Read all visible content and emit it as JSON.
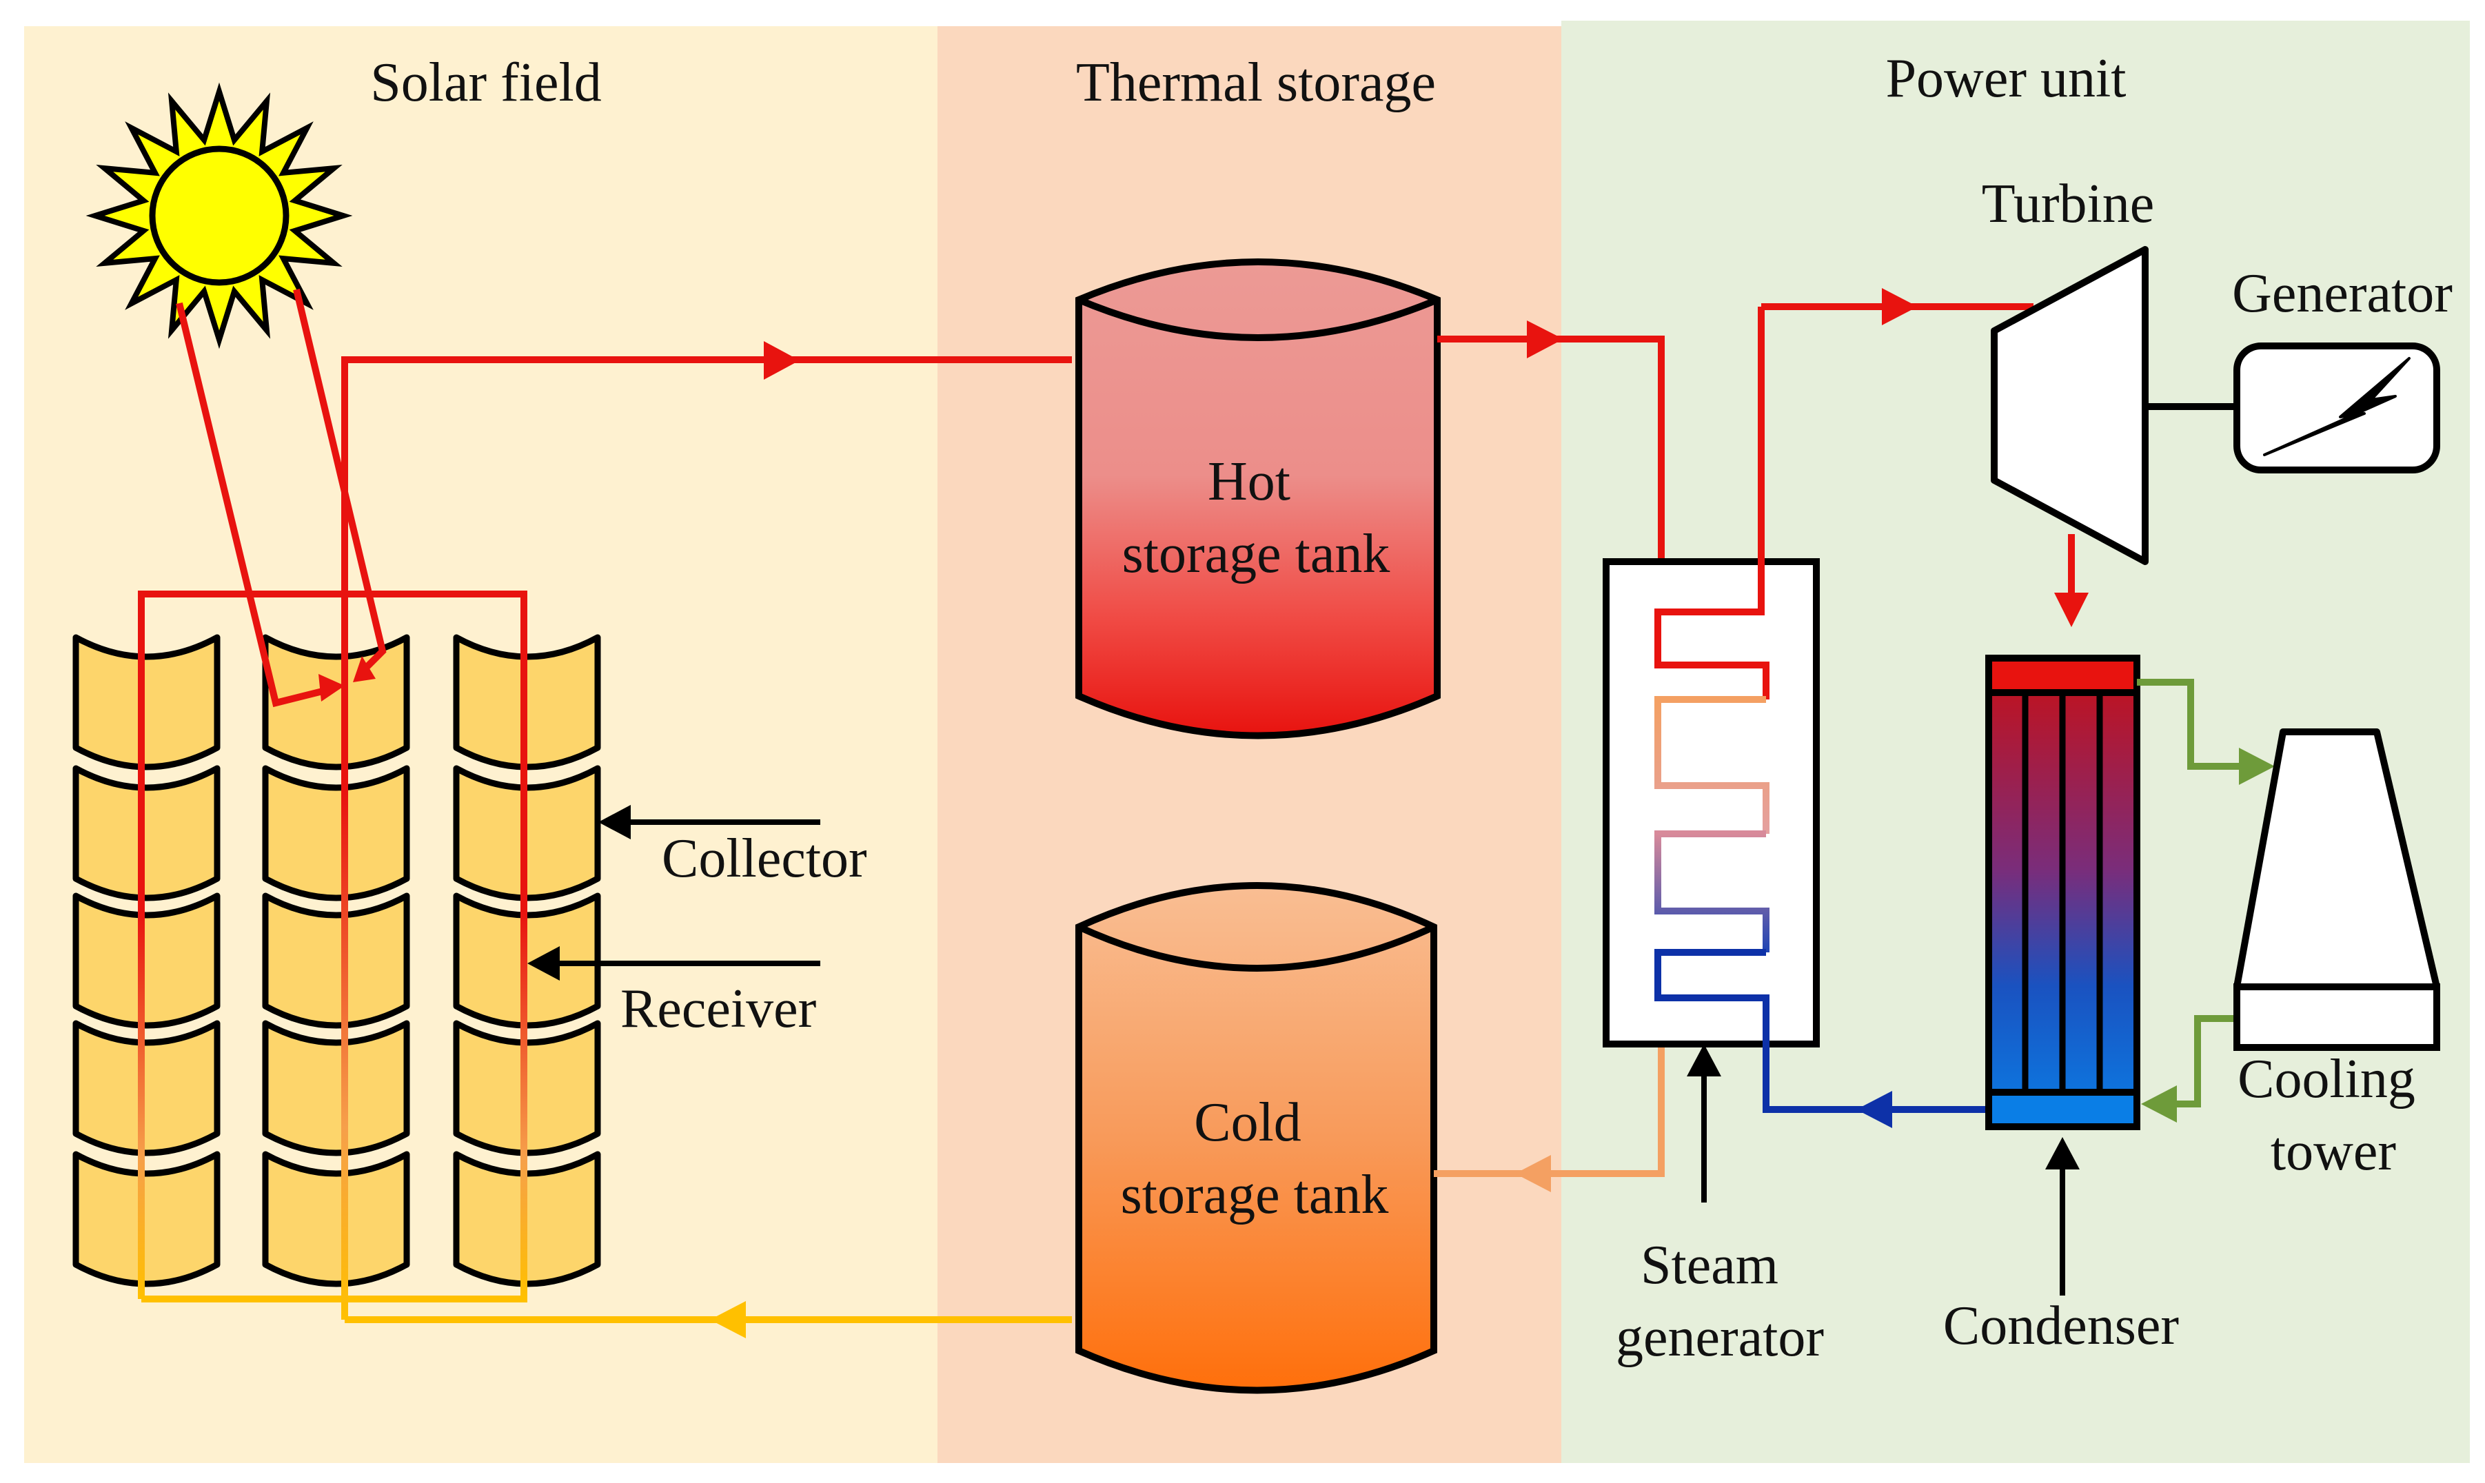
{
  "sections": {
    "solar_field": "Solar field",
    "thermal_storage": "Thermal storage",
    "power_unit": "Power unit"
  },
  "components": {
    "hot_tank": [
      "Hot",
      "storage tank"
    ],
    "cold_tank": [
      "Cold",
      "storage tank"
    ],
    "turbine": "Turbine",
    "generator": "Generator",
    "collector": "Collector",
    "receiver": "Receiver",
    "steam_generator": [
      "Steam",
      "generator"
    ],
    "condenser": "Condenser",
    "cooling_tower": [
      "Cooling",
      "tower"
    ]
  },
  "colors": {
    "solar_bg": "#FEF1D0",
    "storage_bg": "#FBD8BE",
    "power_bg": "#E6EFDB",
    "hot_line": "#E8130F",
    "warm_line": "#F4A062",
    "cold_line": "#FFC000",
    "water_line": "#0D31A8",
    "cooling_line": "#6E9B3A",
    "collector_fill": "#FDD56B",
    "sun_fill": "#FFFF00"
  }
}
